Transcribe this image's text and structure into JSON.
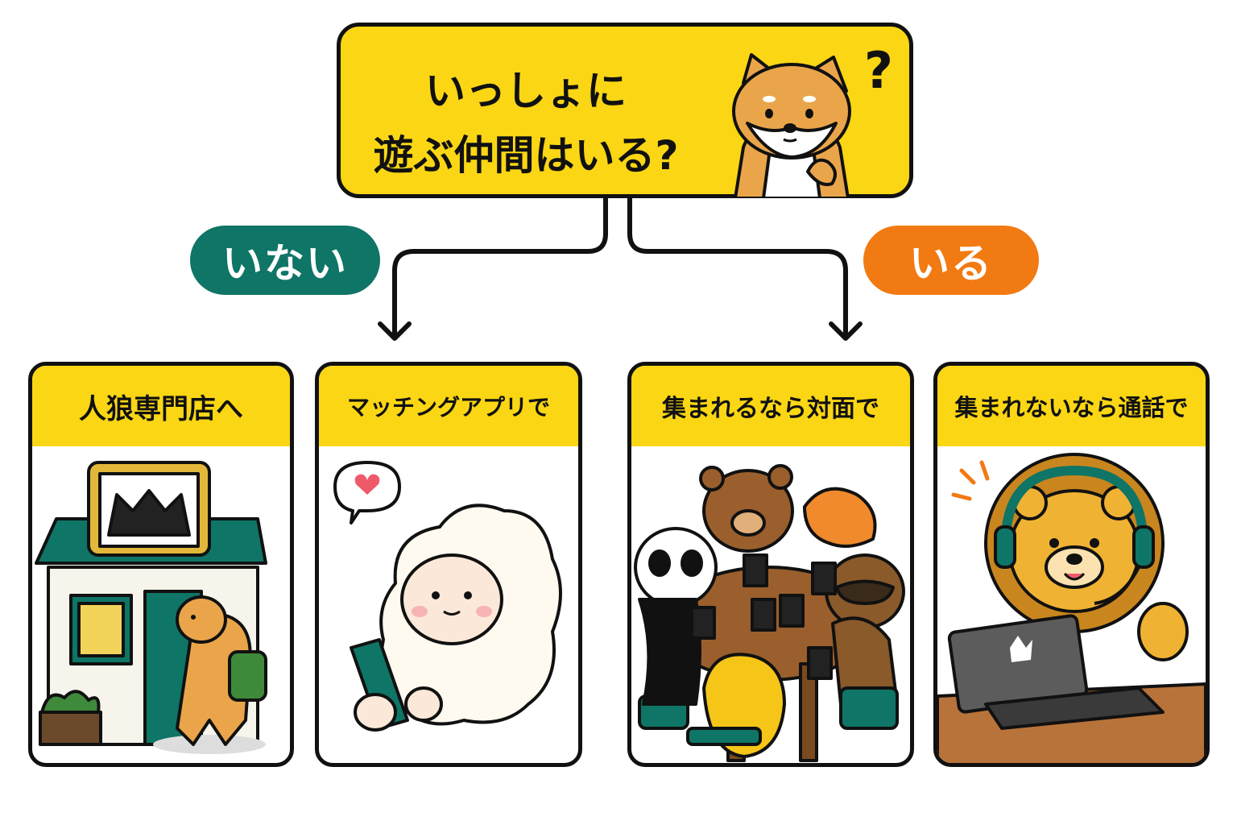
{
  "question": {
    "line1": "いっしょに",
    "line2": "遊ぶ仲間はいる?",
    "mark": "?"
  },
  "branches": {
    "no": "いない",
    "yes": "いる"
  },
  "cards": [
    {
      "title": "人狼専門店へ"
    },
    {
      "title": "マッチングアプリで"
    },
    {
      "title": "集まれるなら対面で"
    },
    {
      "title": "集まれないなら通話で"
    }
  ],
  "colors": {
    "yellow": "#fad614",
    "teal": "#0f7566",
    "orange": "#f27a12",
    "outline": "#111111"
  }
}
